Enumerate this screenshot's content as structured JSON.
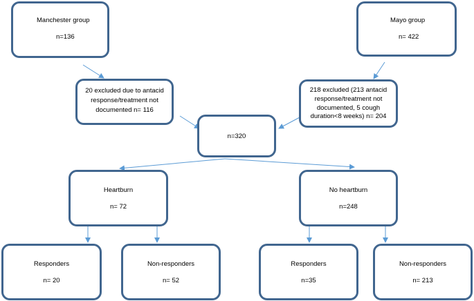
{
  "nodes": {
    "manchester": {
      "title": "Manchester group",
      "count": "n=136"
    },
    "mayo": {
      "title": "Mayo group",
      "count": "n= 422"
    },
    "manchester_excluded": {
      "lines": [
        "20 excluded due to antacid",
        "response/treatment not",
        "documented  n= 116"
      ]
    },
    "mayo_excluded": {
      "lines": [
        "218 excluded (213 antacid",
        "response/treatment not",
        "documented, 5 cough",
        "duration<8 weeks) n= 204"
      ]
    },
    "total": {
      "count": "n=320"
    },
    "heartburn": {
      "title": "Heartburn",
      "count": "n= 72"
    },
    "no_heartburn": {
      "title": "No heartburn",
      "count": "n=248"
    },
    "hb_responders": {
      "title": "Responders",
      "count": "n= 20"
    },
    "hb_nonresponders": {
      "title": "Non-responders",
      "count": "n= 52"
    },
    "nhb_responders": {
      "title": "Responders",
      "count": "n=35"
    },
    "nhb_nonresponders": {
      "title": "Non-responders",
      "count": "n= 213"
    }
  },
  "colors": {
    "box_border": "#41668f",
    "arrow": "#5b9bd5"
  }
}
